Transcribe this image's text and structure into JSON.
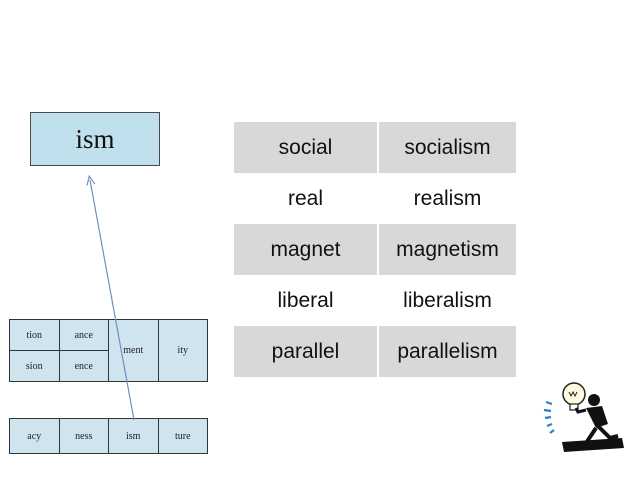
{
  "target_suffix": "ism",
  "word_pairs": [
    {
      "base": "social",
      "derived": "socialism"
    },
    {
      "base": "real",
      "derived": "realism"
    },
    {
      "base": "magnet",
      "derived": "magnetism"
    },
    {
      "base": "liberal",
      "derived": "liberalism"
    },
    {
      "base": "parallel",
      "derived": "parallelism"
    }
  ],
  "suffix_grid_upper": {
    "row1": [
      "tion",
      "ance"
    ],
    "row2": [
      "sion",
      "ence"
    ],
    "merged": [
      "ment",
      "ity"
    ]
  },
  "suffix_grid_lower": [
    "acy",
    "ness",
    "ism",
    "ture"
  ],
  "colors": {
    "box_fill": "#bfe0ec",
    "row_shade": "#d8d8d8",
    "arrow": "#6f8fbf"
  },
  "clipart_icon": "lightbulb-idea-person-icon"
}
